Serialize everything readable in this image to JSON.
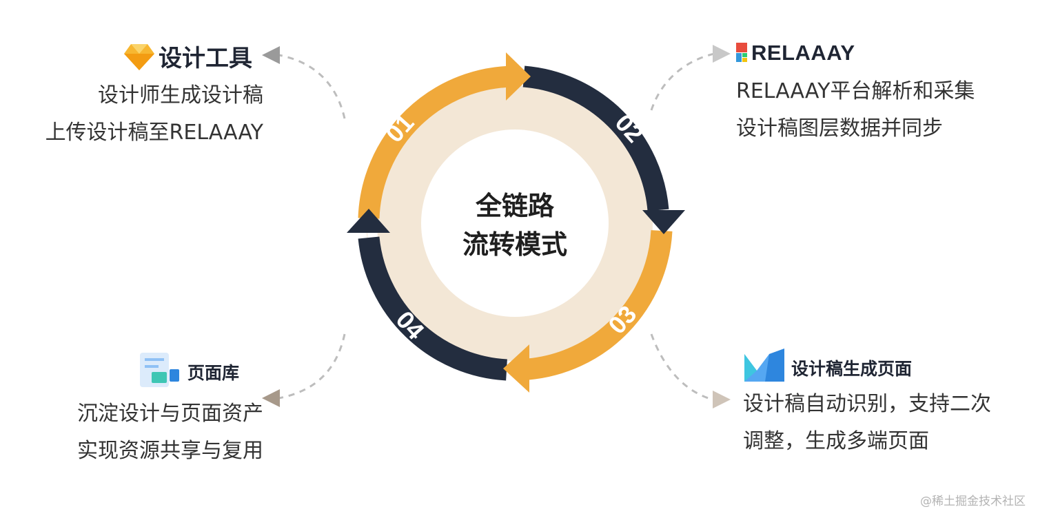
{
  "center": {
    "line1": "全链路",
    "line2": "流转模式"
  },
  "steps": [
    "01",
    "02",
    "03",
    "04"
  ],
  "blocks": {
    "design_tool": {
      "title": "设计工具",
      "lines": [
        "设计师生成设计稿",
        "上传设计稿至RELAAAY"
      ],
      "icon": "sketch-diamond-icon"
    },
    "relaaay": {
      "title": "RELAAAY",
      "lines": [
        "RELAAAY平台解析和采集",
        "设计稿图层数据并同步"
      ],
      "icon": "relaaay-logo-icon"
    },
    "generate": {
      "title": "设计稿生成页面",
      "lines": [
        "设计稿自动识别，支持二次",
        "调整，生成多端页面"
      ],
      "icon": "m-logo-icon"
    },
    "library": {
      "title": "页面库",
      "lines": [
        "沉淀设计与页面资产",
        "实现资源共享与复用"
      ],
      "icon": "page-library-icon"
    }
  },
  "watermark": "@稀土掘金技术社区",
  "colors": {
    "orange": "#F0A93B",
    "navy": "#232D3F",
    "inner_ring": "#F3E7D6",
    "center_fill": "#FFFFFF",
    "dash_gray": "#BDBDBD"
  }
}
